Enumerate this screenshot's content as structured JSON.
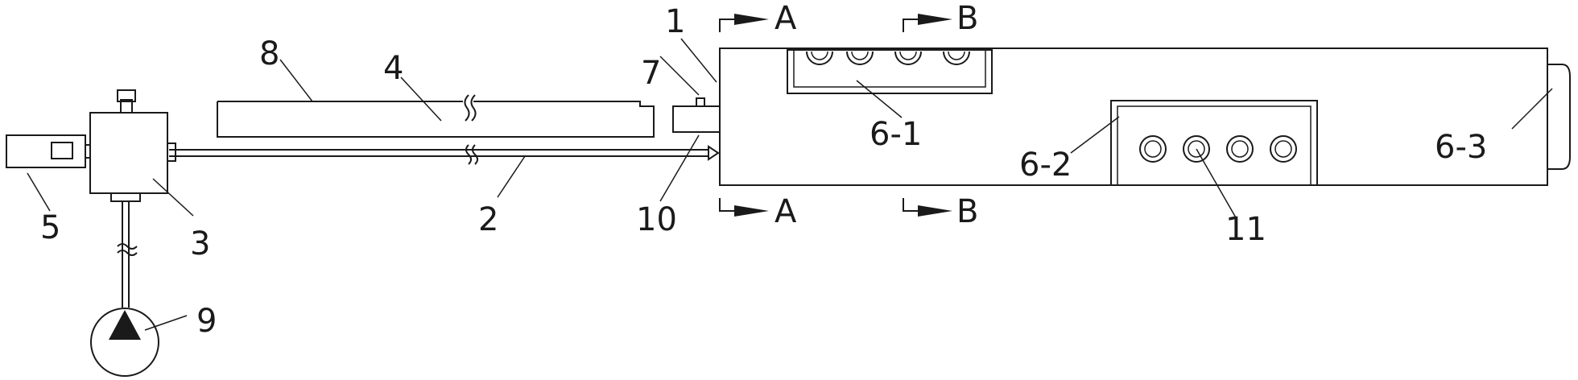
{
  "callouts": {
    "c1": "1",
    "c2": "2",
    "c3": "3",
    "c4": "4",
    "c5": "5",
    "c6_1": "6-1",
    "c6_2": "6-2",
    "c6_3": "6-3",
    "c7": "7",
    "c8": "8",
    "c9": "9",
    "c10": "10",
    "c11": "11"
  },
  "section_marks": {
    "a_top": "A",
    "a_bottom": "A",
    "b_top": "B",
    "b_bottom": "B"
  }
}
